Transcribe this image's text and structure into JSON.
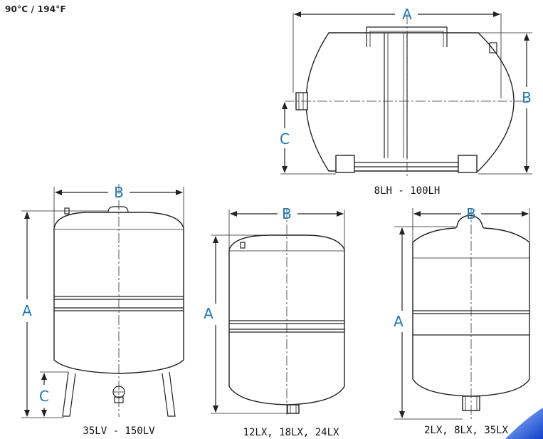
{
  "temperature_note": "90°C / 194°F",
  "dimension_letters": {
    "a": "A",
    "b": "B",
    "c": "C"
  },
  "models": {
    "horizontal": "8LH - 100LH",
    "large_vertical": "35LV - 150LV",
    "medium_vertical": "12LX, 18LX, 24LX",
    "small_vertical": "2LX, 8LX, 35LX"
  },
  "colors": {
    "dimension_text": "#1f78b4",
    "line": "#222222",
    "accent_swoosh": "#1a4fd6"
  }
}
